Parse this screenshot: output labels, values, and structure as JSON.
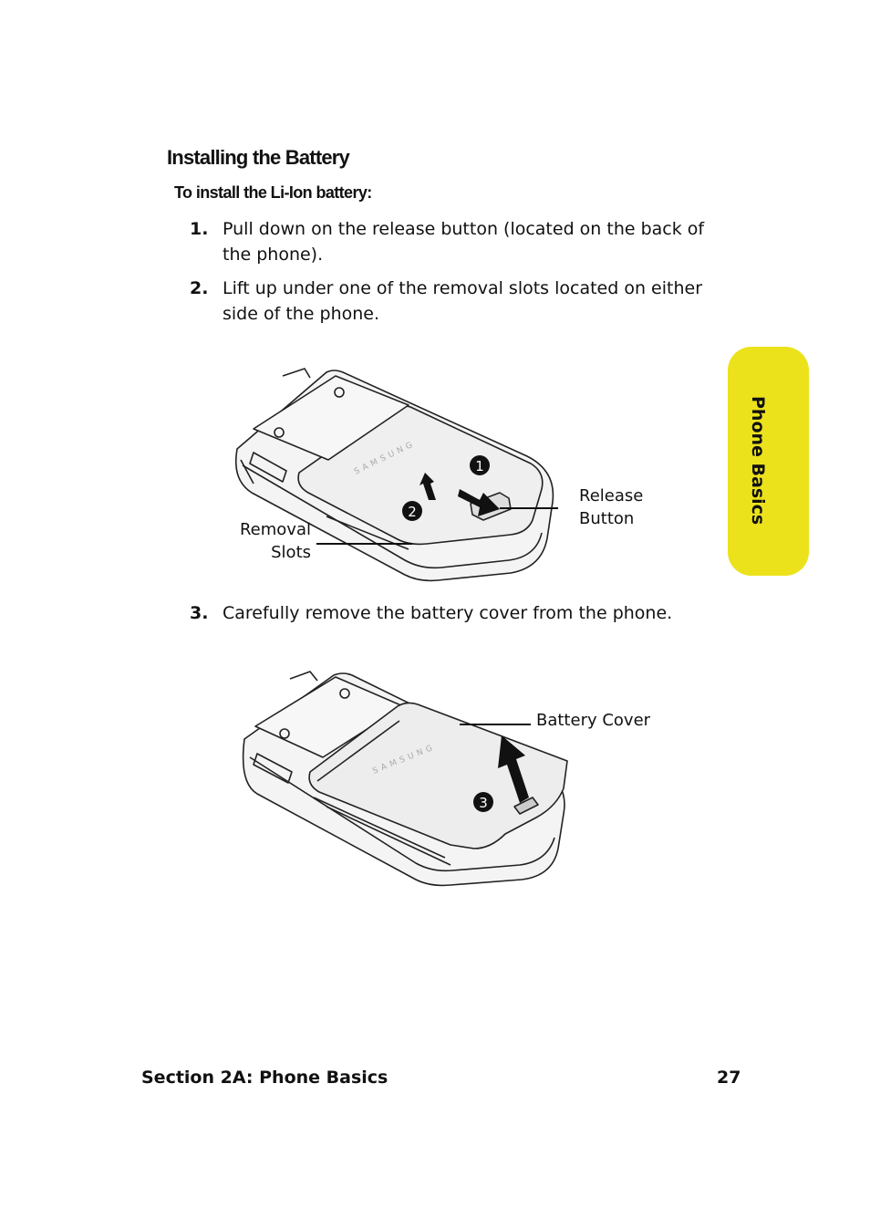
{
  "heading": "Installing the Battery",
  "subheading": "To install the Li-Ion battery:",
  "steps": [
    {
      "number": "1.",
      "text": "Pull down on the release button (located on the back of the phone)."
    },
    {
      "number": "2.",
      "text": "Lift up under one of the removal slots located on either side of the phone."
    },
    {
      "number": "3.",
      "text": "Carefully remove the battery cover from the phone."
    }
  ],
  "figure1": {
    "labels": {
      "release_button_line1": "Release",
      "release_button_line2": "Button",
      "removal_slots_line1": "Removal",
      "removal_slots_line2": "Slots"
    },
    "callouts": [
      "1",
      "2"
    ],
    "brand": "SAMSUNG"
  },
  "figure2": {
    "labels": {
      "battery_cover": "Battery Cover"
    },
    "callouts": [
      "3"
    ],
    "brand": "SAMSUNG"
  },
  "side_tab": {
    "label": "Phone Basics",
    "color": "#ece21c"
  },
  "footer": {
    "section": "Section 2A: Phone Basics",
    "page_number": "27"
  }
}
